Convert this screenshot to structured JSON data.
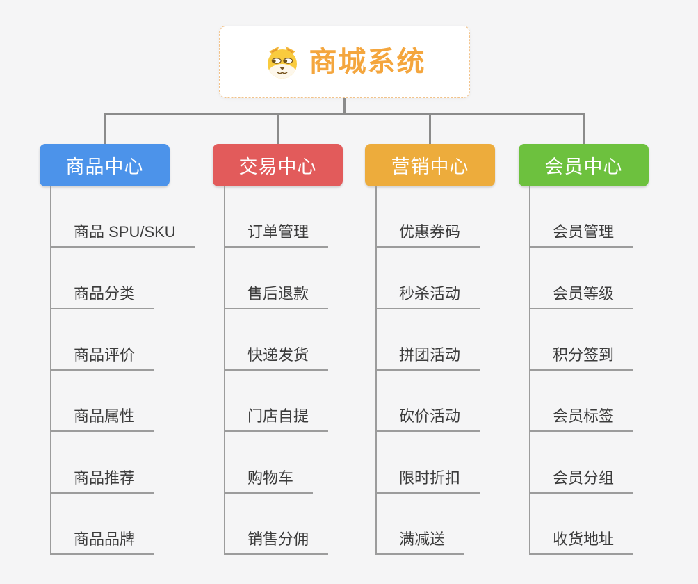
{
  "background_color": "#F5F5F6",
  "connector_color": "#8B8B8B",
  "leaf_line_color": "#9C9C9C",
  "root": {
    "title": "商城系统",
    "title_color": "#F4A63E",
    "border_color": "#F2C289",
    "icon": "dog-face-icon"
  },
  "branches": [
    {
      "label": "商品中心",
      "color": "#4C93EA",
      "children": [
        "商品 SPU/SKU",
        "商品分类",
        "商品评价",
        "商品属性",
        "商品推荐",
        "商品品牌"
      ]
    },
    {
      "label": "交易中心",
      "color": "#E25B5B",
      "children": [
        "订单管理",
        "售后退款",
        "快递发货",
        "门店自提",
        "购物车",
        "销售分佣"
      ]
    },
    {
      "label": "营销中心",
      "color": "#EDAC3C",
      "children": [
        "优惠券码",
        "秒杀活动",
        "拼团活动",
        "砍价活动",
        "限时折扣",
        "满减送"
      ]
    },
    {
      "label": "会员中心",
      "color": "#6DC13E",
      "children": [
        "会员管理",
        "会员等级",
        "积分签到",
        "会员标签",
        "会员分组",
        "收货地址"
      ]
    }
  ]
}
